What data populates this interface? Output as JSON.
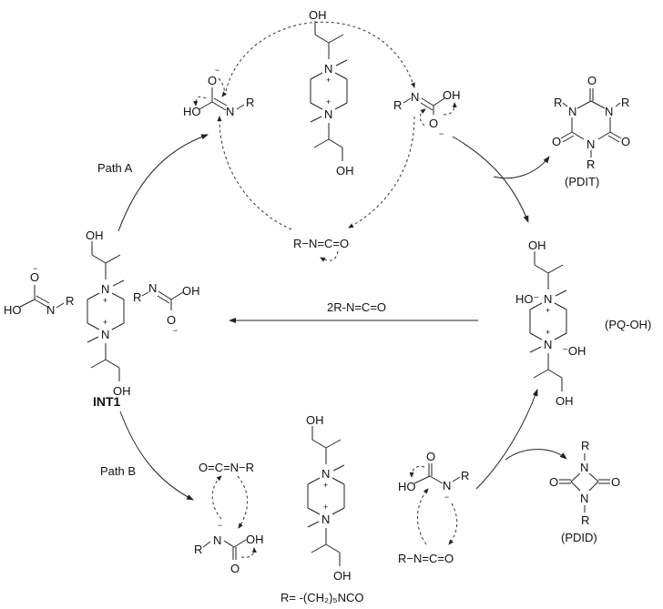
{
  "figure": {
    "type": "reaction-mechanism-cycle",
    "substituent_definition": "R= -(CH₂)₅NCO"
  },
  "labels": {
    "path_a": "Path A",
    "path_b": "Path B",
    "int1": "INT1",
    "pdit": "(PDIT)",
    "pq_oh": "(PQ-OH)",
    "pdid": "(PDID)",
    "reagent_arrow": "2R-N=C=O",
    "r_def": "R= -(CH₂)₅NCO"
  },
  "atoms": {
    "OH": "OH",
    "HO": "HO",
    "O": "O",
    "N": "N",
    "R": "R",
    "C": "C",
    "plus": "+",
    "minus": "−",
    "HOminus": "HO⁻",
    "minusOH": "⁻OH",
    "isocyanate": "R−N=C=O",
    "isocyanate_rev": "O=C=N−R"
  }
}
